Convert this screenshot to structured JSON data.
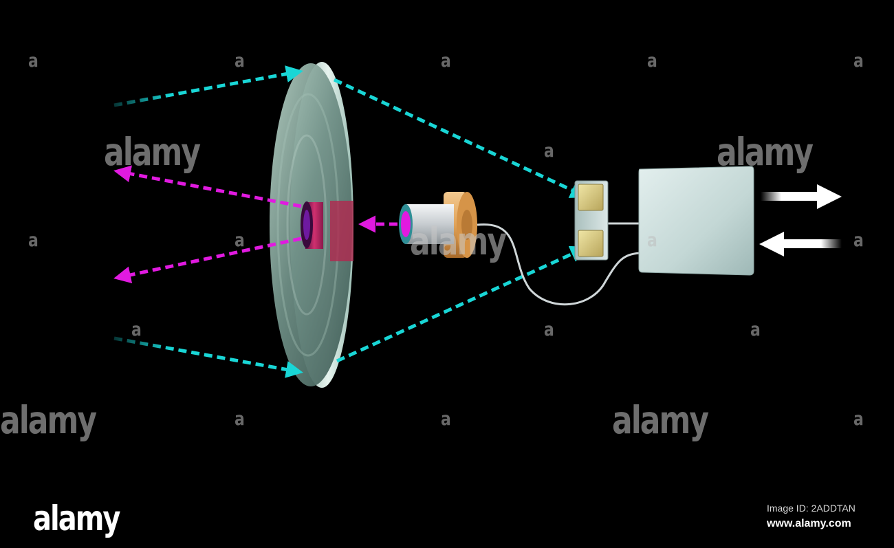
{
  "watermark": {
    "large_text": "alamy",
    "small_text": "a"
  },
  "footer": {
    "brand": "alamy",
    "image_id": "Image ID: 2ADDTAN",
    "url": "www.alamy.com"
  },
  "colors": {
    "background": "#000000",
    "received_signal": "#19d6d6",
    "transmitted_signal": "#e11ae0",
    "dish": "#8fb0a4",
    "feed_emitter": "#e11ae0",
    "feed_collar": "#e0a35a",
    "receiver_chips": "#d9c777",
    "transceiver_box": "#cfe0de",
    "io_arrows": "#ffffff"
  },
  "icons": {
    "output_arrow": "arrow-right-icon",
    "input_arrow": "arrow-left-icon"
  }
}
